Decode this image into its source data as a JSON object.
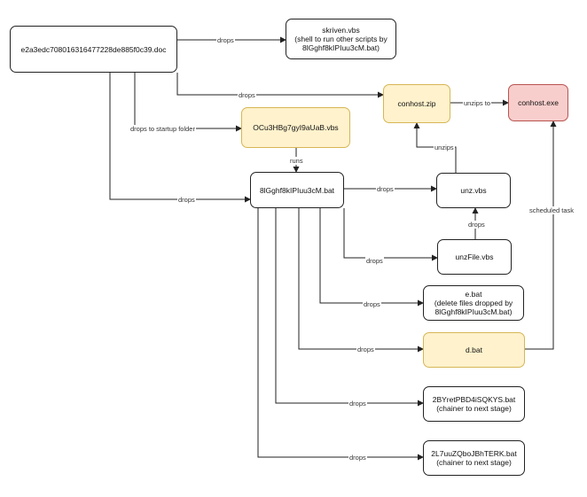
{
  "nodes": {
    "doc": {
      "label": "e2a3edc708016316477228de885f0c39.doc"
    },
    "skriven": {
      "label": "skriven.vbs",
      "sub1": "(shell to run other scripts by",
      "sub2": "8lGghf8kIPIuu3cM.bat)"
    },
    "conhost_zip": {
      "label": "conhost.zip"
    },
    "conhost_exe": {
      "label": "conhost.exe"
    },
    "ocu": {
      "label": "OCu3HBg7gyI9aUaB.vbs"
    },
    "bat": {
      "label": "8lGghf8kIPIuu3cM.bat"
    },
    "unz": {
      "label": "unz.vbs"
    },
    "unzfile": {
      "label": "unzFile.vbs"
    },
    "ebat": {
      "label": "e.bat",
      "sub1": "(delete files dropped by",
      "sub2": "8lGghf8kIPIuu3cM.bat)"
    },
    "dbat": {
      "label": "d.bat"
    },
    "byret": {
      "label": "2BYretPBD4iSQKYS.bat",
      "sub1": "(chainer to next stage)"
    },
    "l7uu": {
      "label": "2L7uuZQboJBhTERK.bat",
      "sub1": "(chainer to next stage)"
    }
  },
  "edges": {
    "doc_skriven": "drops",
    "doc_zip": "drops",
    "doc_ocu": "drops to startup folder",
    "doc_bat": "drops",
    "ocu_bat": "runs",
    "zip_exe": "unzips to",
    "unz_zip": "unzips",
    "bat_unz": "drops",
    "unzfile_unz": "drops",
    "bat_unzfile": "drops",
    "bat_ebat": "drops",
    "bat_dbat": "drops",
    "bat_byret": "drops",
    "bat_l7uu": "drops",
    "dbat_exe": "scheduled task"
  },
  "colors": {
    "yellow_fill": "#fff2cc",
    "red_fill": "#f8cecc",
    "line": "#222222"
  }
}
